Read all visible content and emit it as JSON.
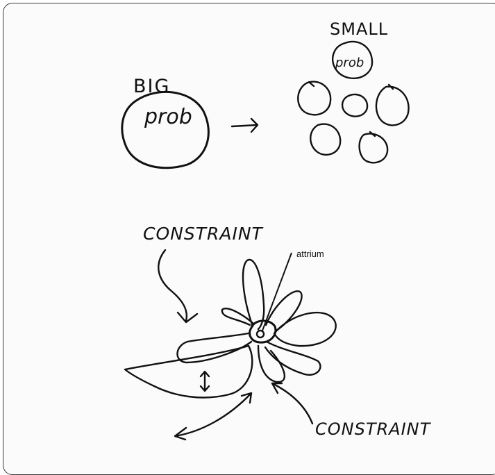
{
  "labels": {
    "big": "BIG",
    "big_prob": "prob",
    "small": "SMALL",
    "small_prob": "prob",
    "constraint_top": "CONSTRAINT",
    "constraint_bottom": "CONSTRAINT",
    "attrium": "attrium"
  }
}
